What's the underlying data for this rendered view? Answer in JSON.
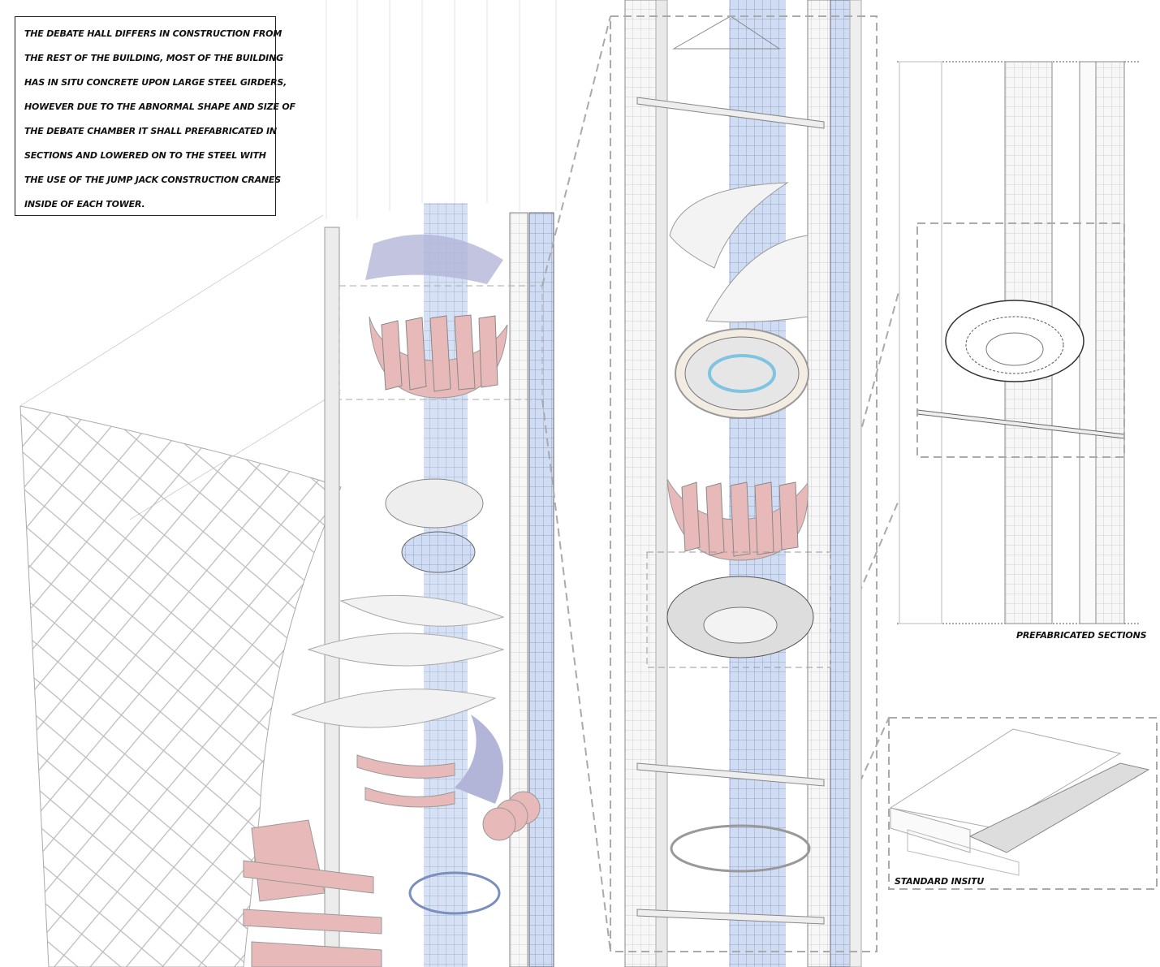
{
  "note": {
    "lines": [
      "THE DEBATE HALL DIFFERS IN CONSTRUCTION FROM",
      "THE REST OF THE BUILDING, MOST OF THE BUILDING",
      "HAS IN SITU CONCRETE UPON LARGE STEEL GIRDERS,",
      "HOWEVER DUE TO THE ABNORMAL SHAPE AND SIZE OF",
      "THE DEBATE CHAMBER IT SHALL PREFABRICATED IN",
      "SECTIONS AND LOWERED ON TO THE STEEL WITH",
      "THE USE OF THE JUMP JACK CONSTRUCTION CRANES",
      "INSIDE OF EACH TOWER."
    ]
  },
  "labels": {
    "prefabricated": "PREFABRICATED SECTIONS",
    "insitu": "STANDARD INSITU"
  },
  "colors": {
    "core_blue": "#c9d8f2",
    "chamber_pink": "#e8b9b9",
    "purple": "#b3b5d8",
    "line": "#9a9a9a",
    "dash": "#a8a8a8"
  }
}
